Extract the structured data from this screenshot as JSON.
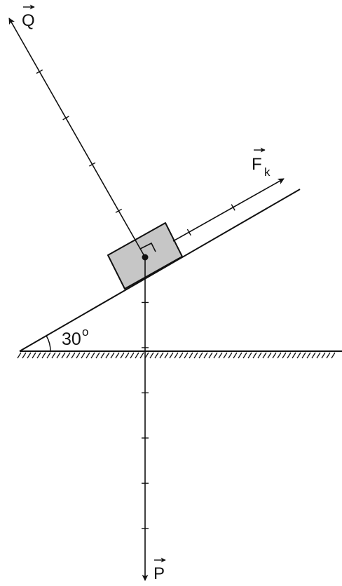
{
  "diagram": {
    "angle_label": "30",
    "angle_sup": "o",
    "force_q": {
      "symbol": "Q",
      "ticks": 4,
      "has_arrow_over": true
    },
    "force_p": {
      "symbol": "P",
      "ticks": 6,
      "has_arrow_over": true
    },
    "force_fk": {
      "symbol": "F",
      "subscript": "k",
      "ticks": 2,
      "has_arrow_over": true
    },
    "colors": {
      "line": "#111111",
      "block_fill": "#c6c6c6",
      "background": "#ffffff"
    }
  }
}
